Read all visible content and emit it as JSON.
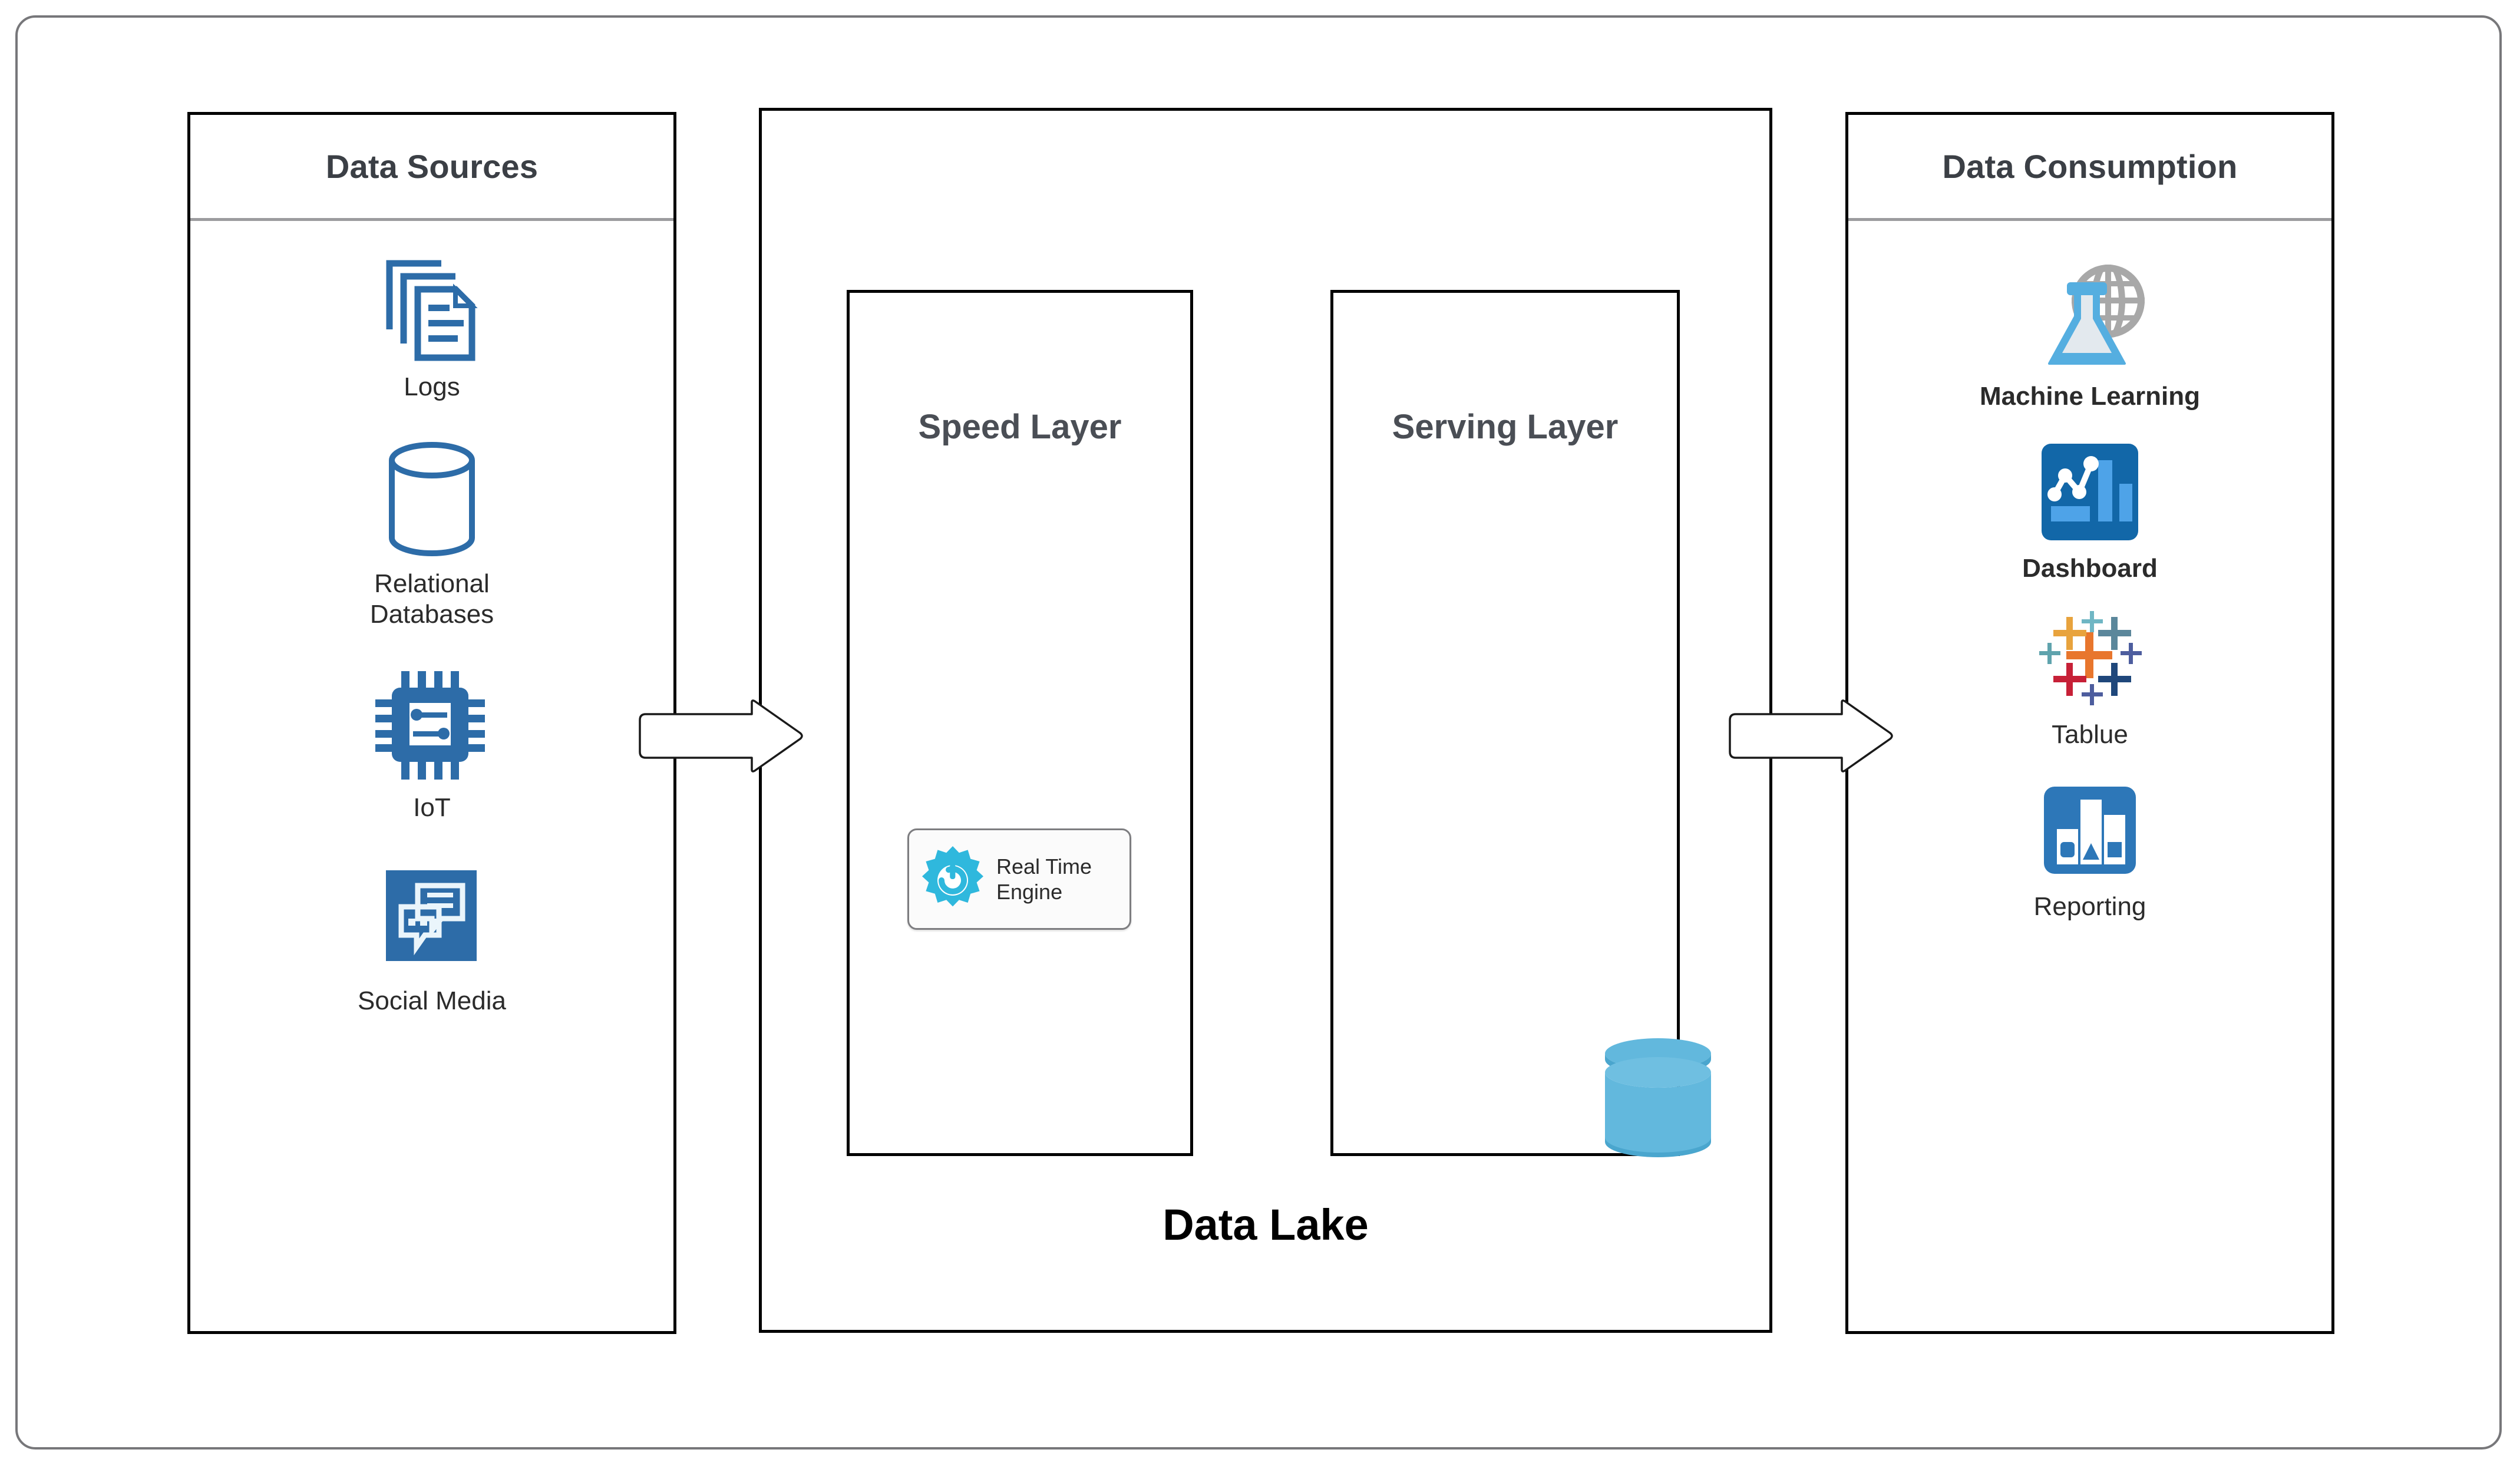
{
  "diagram": {
    "title": "Data Lake",
    "center_panel_label": "Data Lake"
  },
  "colors": {
    "icon_blue": "#2d6ca8",
    "icon_blue_dark": "#1b6cb0",
    "accent_cyan": "#2fb8dd",
    "store_cyan": "#62b8dd",
    "panel_border": "#000000",
    "header_text": "#3b3f45",
    "layer_title": "#4a4e55",
    "frame": "#77777a"
  },
  "sources_panel": {
    "header": "Data Sources",
    "items": [
      {
        "icon": "documents-icon",
        "label": "Logs"
      },
      {
        "icon": "database-cylinder-icon",
        "label": "Relational\nDatabases"
      },
      {
        "icon": "chip-icon",
        "label": "IoT"
      },
      {
        "icon": "chat-bubbles-icon",
        "label": "Social Media"
      }
    ]
  },
  "lake_panel": {
    "title": "Data Lake",
    "layers": [
      {
        "name": "speed-layer",
        "title": "Speed Layer"
      },
      {
        "name": "serving-layer",
        "title": "Serving Layer"
      }
    ],
    "engine": {
      "icon": "gear-power-icon",
      "label": "Real Time\nEngine"
    },
    "datastore": {
      "icon": "cylinder-datastore-icon"
    }
  },
  "consumption_panel": {
    "header": "Data Consumption",
    "items": [
      {
        "icon": "flask-globe-icon",
        "label": "Machine Learning",
        "bold": true
      },
      {
        "icon": "dashboard-chart-icon",
        "label": "Dashboard",
        "bold": true
      },
      {
        "icon": "tableau-plus-icon",
        "label": "Tablue",
        "bold": false
      },
      {
        "icon": "bar-report-icon",
        "label": "Reporting",
        "bold": false
      }
    ]
  },
  "flow_arrows": [
    {
      "name": "arrow-sources-to-lake",
      "direction": "right"
    },
    {
      "name": "arrow-lake-to-consumption",
      "direction": "right"
    }
  ]
}
